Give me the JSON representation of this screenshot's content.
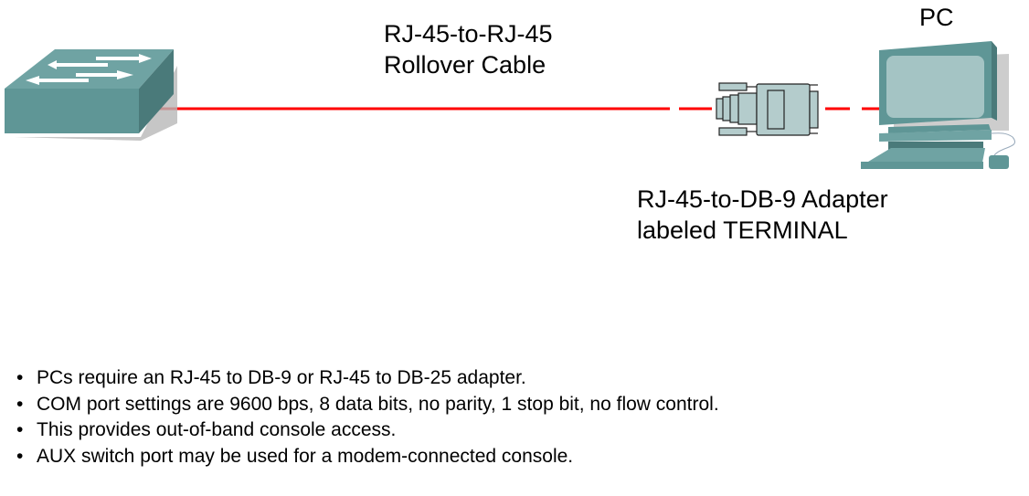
{
  "diagram": {
    "cable_label_line1": "RJ-45-to-RJ-45",
    "cable_label_line2": "Rollover Cable",
    "adapter_label_line1": "RJ-45-to-DB-9 Adapter",
    "adapter_label_line2": "labeled TERMINAL",
    "pc_label": "PC",
    "devices": [
      "switch-icon",
      "db9-adapter-icon",
      "pc-icon"
    ],
    "colors": {
      "cable": "#ff0000",
      "device": "#5f9696",
      "device_dark": "#4a7a7a",
      "screen": "#a4c4c4",
      "adapter": "#b4cccc"
    }
  },
  "bullets": [
    "PCs require an RJ-45 to DB-9 or RJ-45 to DB-25 adapter.",
    "COM port settings are 9600 bps, 8 data bits, no parity, 1 stop bit, no flow control.",
    "This provides out-of-band console access.",
    "AUX switch port may be used for a modem-connected console."
  ],
  "bullet_glyph": "•"
}
